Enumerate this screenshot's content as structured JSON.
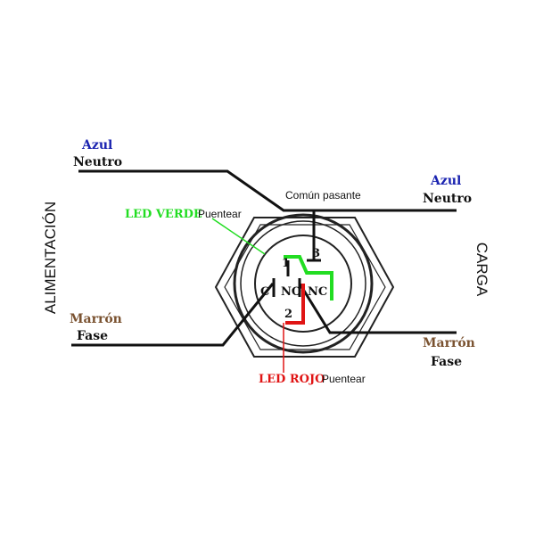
{
  "labels": {
    "left_top_color": "Azul",
    "left_top_name": "Neutro",
    "left_bottom_color": "Marrón",
    "left_bottom_name": "Fase",
    "right_top_color": "Azul",
    "right_top_name": "Neutro",
    "right_bottom_color": "Marrón",
    "right_bottom_name": "Fase",
    "side_left": "ALIMENTACIÓN",
    "side_right": "CARGA",
    "common": "Común pasante",
    "led_green": "LED VERDE",
    "led_green_note": "Puentear",
    "led_red": "LED ROJO",
    "led_red_note": "Puentear"
  },
  "terminals": {
    "t1": "1",
    "t2": "2",
    "t3": "3",
    "c": "C",
    "no": "NO",
    "nc": "NC"
  },
  "colors": {
    "azul": "#1a23b0",
    "marron": "#7a5230",
    "led_green": "#22dd22",
    "led_red": "#e01515",
    "wire": "#111111"
  }
}
